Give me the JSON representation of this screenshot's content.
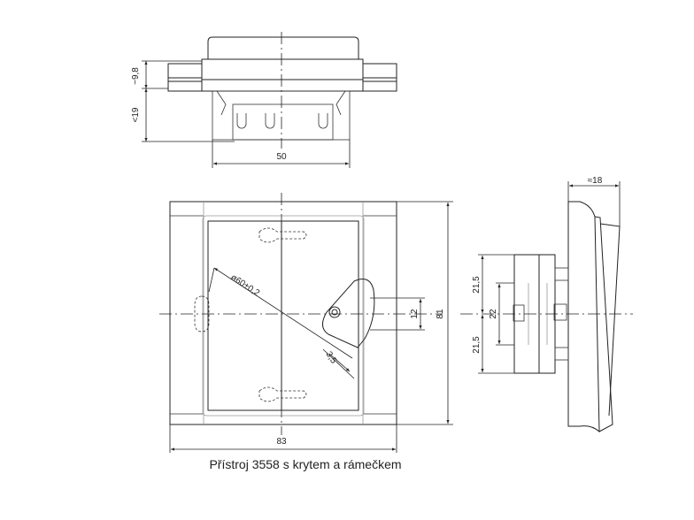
{
  "top_view": {
    "dim_cover_height": "~9,8",
    "dim_depth": "<19",
    "dim_width": "50"
  },
  "front_view": {
    "dim_diameter": "ø60±0,2",
    "dim_slot": "3,5",
    "dim_hole_spacing": "12",
    "dim_height": "81",
    "dim_width": "83"
  },
  "side_view": {
    "dim_depth": "≈18",
    "dim_upper": "21,5",
    "dim_middle": "22",
    "dim_lower": "21,5"
  },
  "caption": "Přístroj 3558 s krytem a rámečkem"
}
